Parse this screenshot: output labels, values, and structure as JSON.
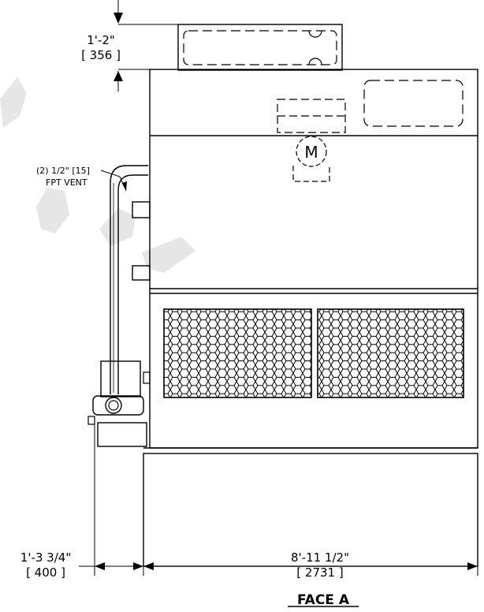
{
  "drawing": {
    "title": "FACE A",
    "motor_label": "M",
    "vent_note": {
      "line1": "(2) 1/2\" [15]",
      "line2": "FPT VENT"
    },
    "dimensions": {
      "top_height": {
        "imperial": "1'-2\"",
        "metric": "[ 356 ]"
      },
      "left_offset": {
        "imperial": "1'-3 3/4\"",
        "metric": "[ 400 ]"
      },
      "base_width": {
        "imperial": "8'-11 1/2\"",
        "metric": "[ 2731 ]"
      }
    },
    "colors": {
      "line": "#000000",
      "watermark": "#e6e6e6",
      "background": "#ffffff"
    }
  }
}
